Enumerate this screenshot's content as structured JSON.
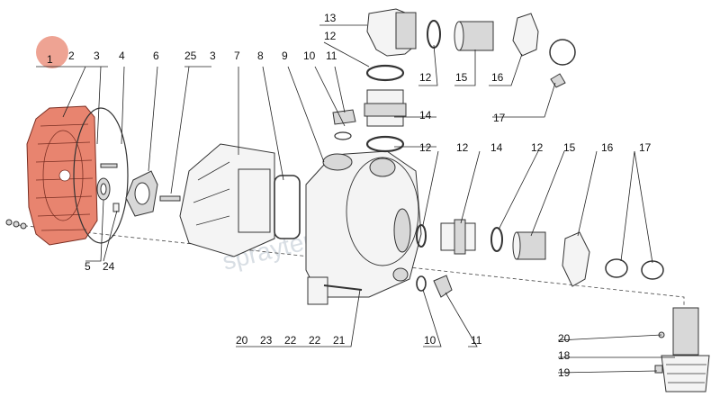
{
  "watermark": "sprayter.com.ua",
  "highlight_color": "#e8846f",
  "callouts": {
    "c1": "1",
    "c2": "2",
    "c3a": "3",
    "c4": "4",
    "c6": "6",
    "c25": "25",
    "c3b": "3",
    "c7": "7",
    "c8": "8",
    "c9": "9",
    "c10a": "10",
    "c11a": "11",
    "c13": "13",
    "c12a": "12",
    "c12b": "12",
    "c15a": "15",
    "c16a": "16",
    "c17a": "17",
    "c14a": "14",
    "c12c": "12",
    "c12d": "12",
    "c14b": "14",
    "c12e": "12",
    "c15b": "15",
    "c16b": "16",
    "c17b": "17",
    "c5": "5",
    "c24": "24",
    "c20a": "20",
    "c23": "23",
    "c22a": "22",
    "c22b": "22",
    "c21": "21",
    "c10b": "10",
    "c11b": "11",
    "c20b": "20",
    "c18": "18",
    "c19": "19"
  }
}
